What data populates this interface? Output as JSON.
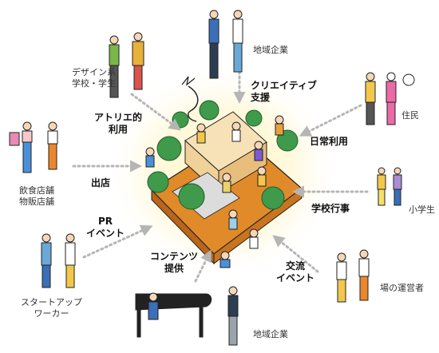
{
  "stakeholders": {
    "design_school": {
      "line1": "デザイン系",
      "line2": "学校・学生"
    },
    "local_company_top": "地域企業",
    "residents": "住民",
    "food_shops": {
      "line1": "飲食店舗",
      "line2": "物販店舗"
    },
    "elementary": "小学生",
    "startup": {
      "line1": "スタートアップ",
      "line2": "ワーカー"
    },
    "operator": "場の運営者",
    "local_company_bottom": "地域企業"
  },
  "activities": {
    "atelier": {
      "line1": "アトリエ的",
      "line2": "利用"
    },
    "creative": {
      "line1": "クリエイティブ",
      "line2": "支援"
    },
    "daily": "日常利用",
    "shop": "出店",
    "school_event": "学校行事",
    "pr": {
      "line1": "PR",
      "line2": "イベント"
    },
    "content": {
      "line1": "コンテンツ",
      "line2": "提供"
    },
    "exchange": {
      "line1": "交流",
      "line2": "イベント"
    }
  },
  "colors": {
    "platform": "#e08a2a",
    "platform_dark": "#b9651a",
    "glow": "#fff3b8",
    "tree": "#3f9a4c",
    "arrow": "#b5b5b5",
    "outline": "#222222"
  }
}
